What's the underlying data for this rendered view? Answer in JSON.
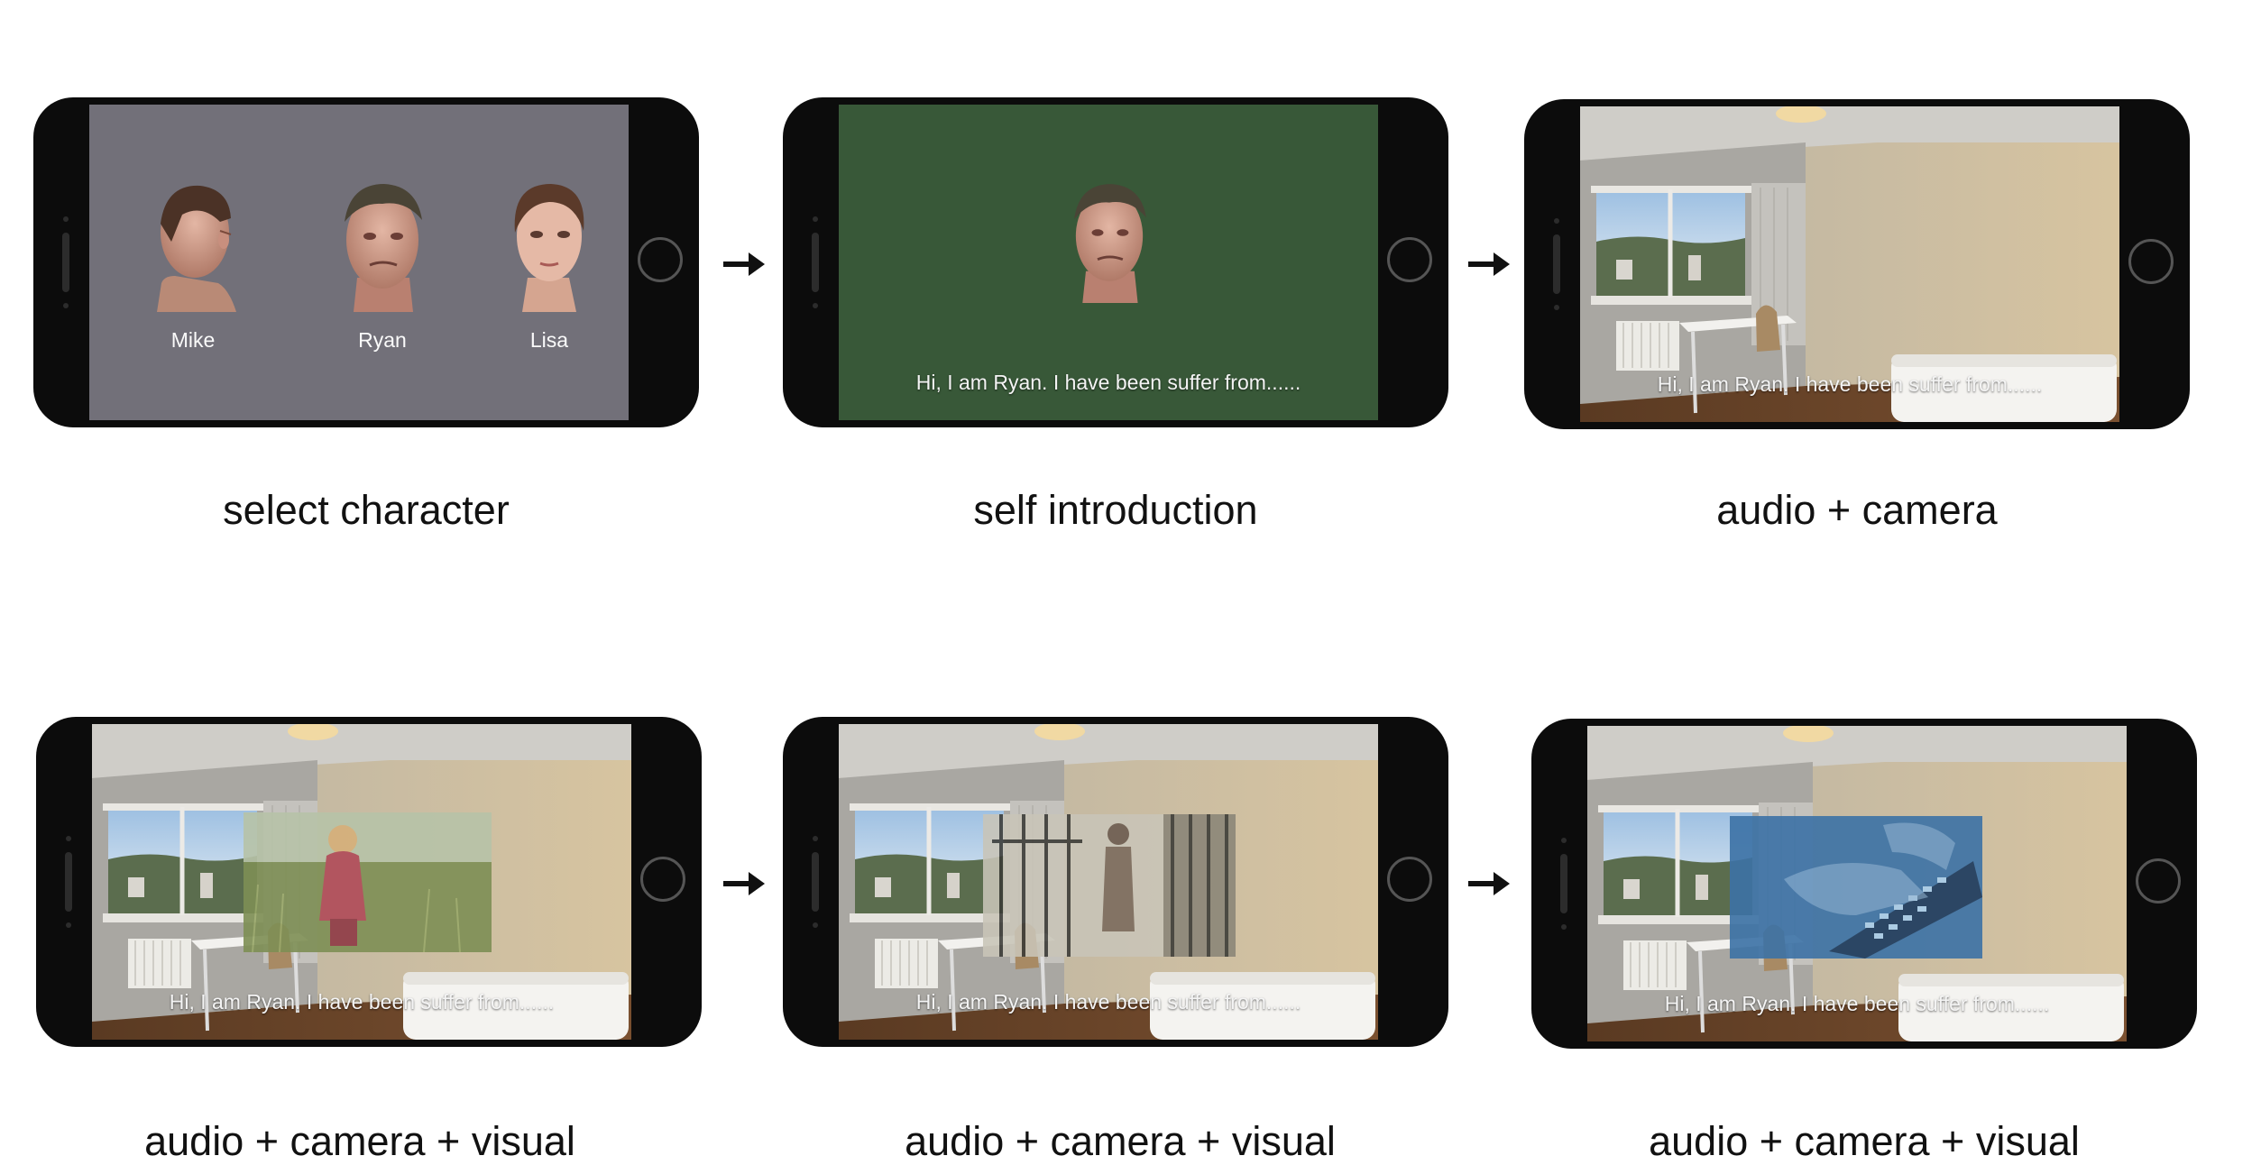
{
  "panels": [
    {
      "label": "select character",
      "characters": [
        "Mike",
        "Ryan",
        "Lisa"
      ]
    },
    {
      "label": "self introduction",
      "caption": "Hi, I am Ryan. I have been suffer from......"
    },
    {
      "label": "audio + camera",
      "caption": "Hi, I am Ryan. I have been suffer from......"
    },
    {
      "label": "audio + camera + visual",
      "caption": "Hi, I am Ryan. I have been suffer from......"
    },
    {
      "label": "audio + camera + visual",
      "caption": "Hi, I am Ryan. I have been suffer from......"
    },
    {
      "label": "audio + camera + visual",
      "caption": "Hi, I am Ryan. I have been suffer from......"
    }
  ],
  "colors": {
    "select_bg": "#727079",
    "intro_bg": "#385838",
    "phone": "#0c0c0c"
  },
  "icons": {
    "flow_arrow": "right-arrow-icon"
  }
}
